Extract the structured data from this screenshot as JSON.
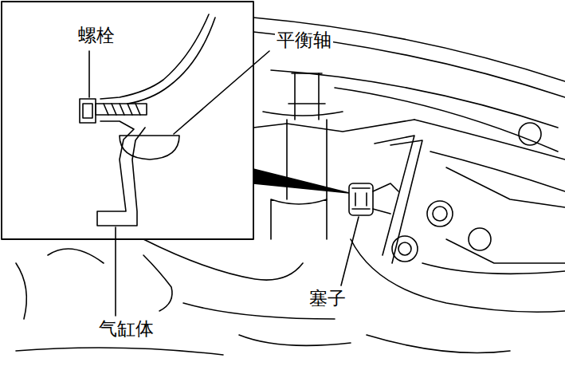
{
  "diagram": {
    "labels": [
      "螺栓",
      "平衡轴",
      "塞子",
      "气缸体"
    ]
  }
}
